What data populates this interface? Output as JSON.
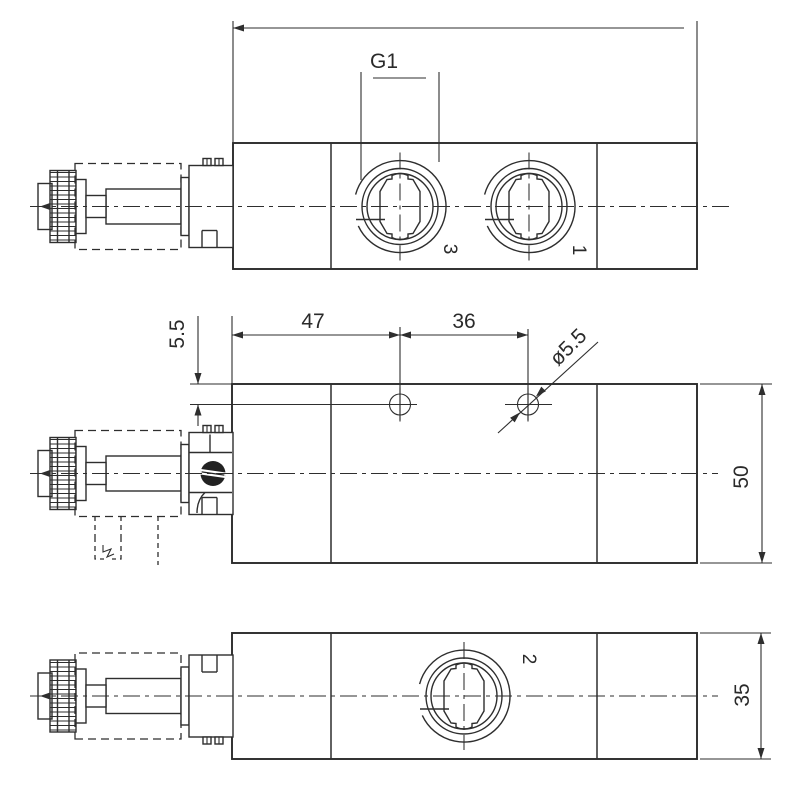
{
  "drawing": {
    "background_color": "#ffffff",
    "line_color": "#2e2e2e",
    "views": {
      "top": {
        "thread_label": "G1",
        "port_left_label": "3",
        "port_right_label": "1"
      },
      "front": {
        "dim_top_offset": "5.5",
        "dim_pitch_left": "47",
        "dim_pitch_right": "36",
        "dim_hole_diameter": "ø5.5",
        "dim_height": "50"
      },
      "bottom": {
        "port_label": "2",
        "dim_height": "35"
      }
    }
  }
}
